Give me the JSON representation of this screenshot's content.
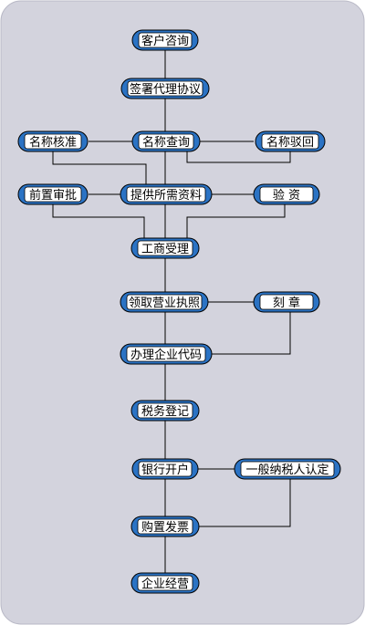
{
  "colors": {
    "background": "#d3d3dd",
    "node_fill": "#2b73c4",
    "node_inner": "#ffffff",
    "line": "#000000"
  },
  "nodes": {
    "consult": "客户咨询",
    "agreement": "签署代理协议",
    "name_query": "名称查询",
    "name_approve": "名称核准",
    "name_reject": "名称驳回",
    "pre_approval": "前置审批",
    "materials": "提供所需资料",
    "verify_capital": "验  资",
    "business_accept": "工商受理",
    "license": "领取营业执照",
    "seal": "刻  章",
    "org_code": "办理企业代码",
    "tax_register": "税务登记",
    "bank_account": "银行开户",
    "taxpayer": "一般纳税人认定",
    "invoice": "购置发票",
    "operation": "企业经营"
  }
}
